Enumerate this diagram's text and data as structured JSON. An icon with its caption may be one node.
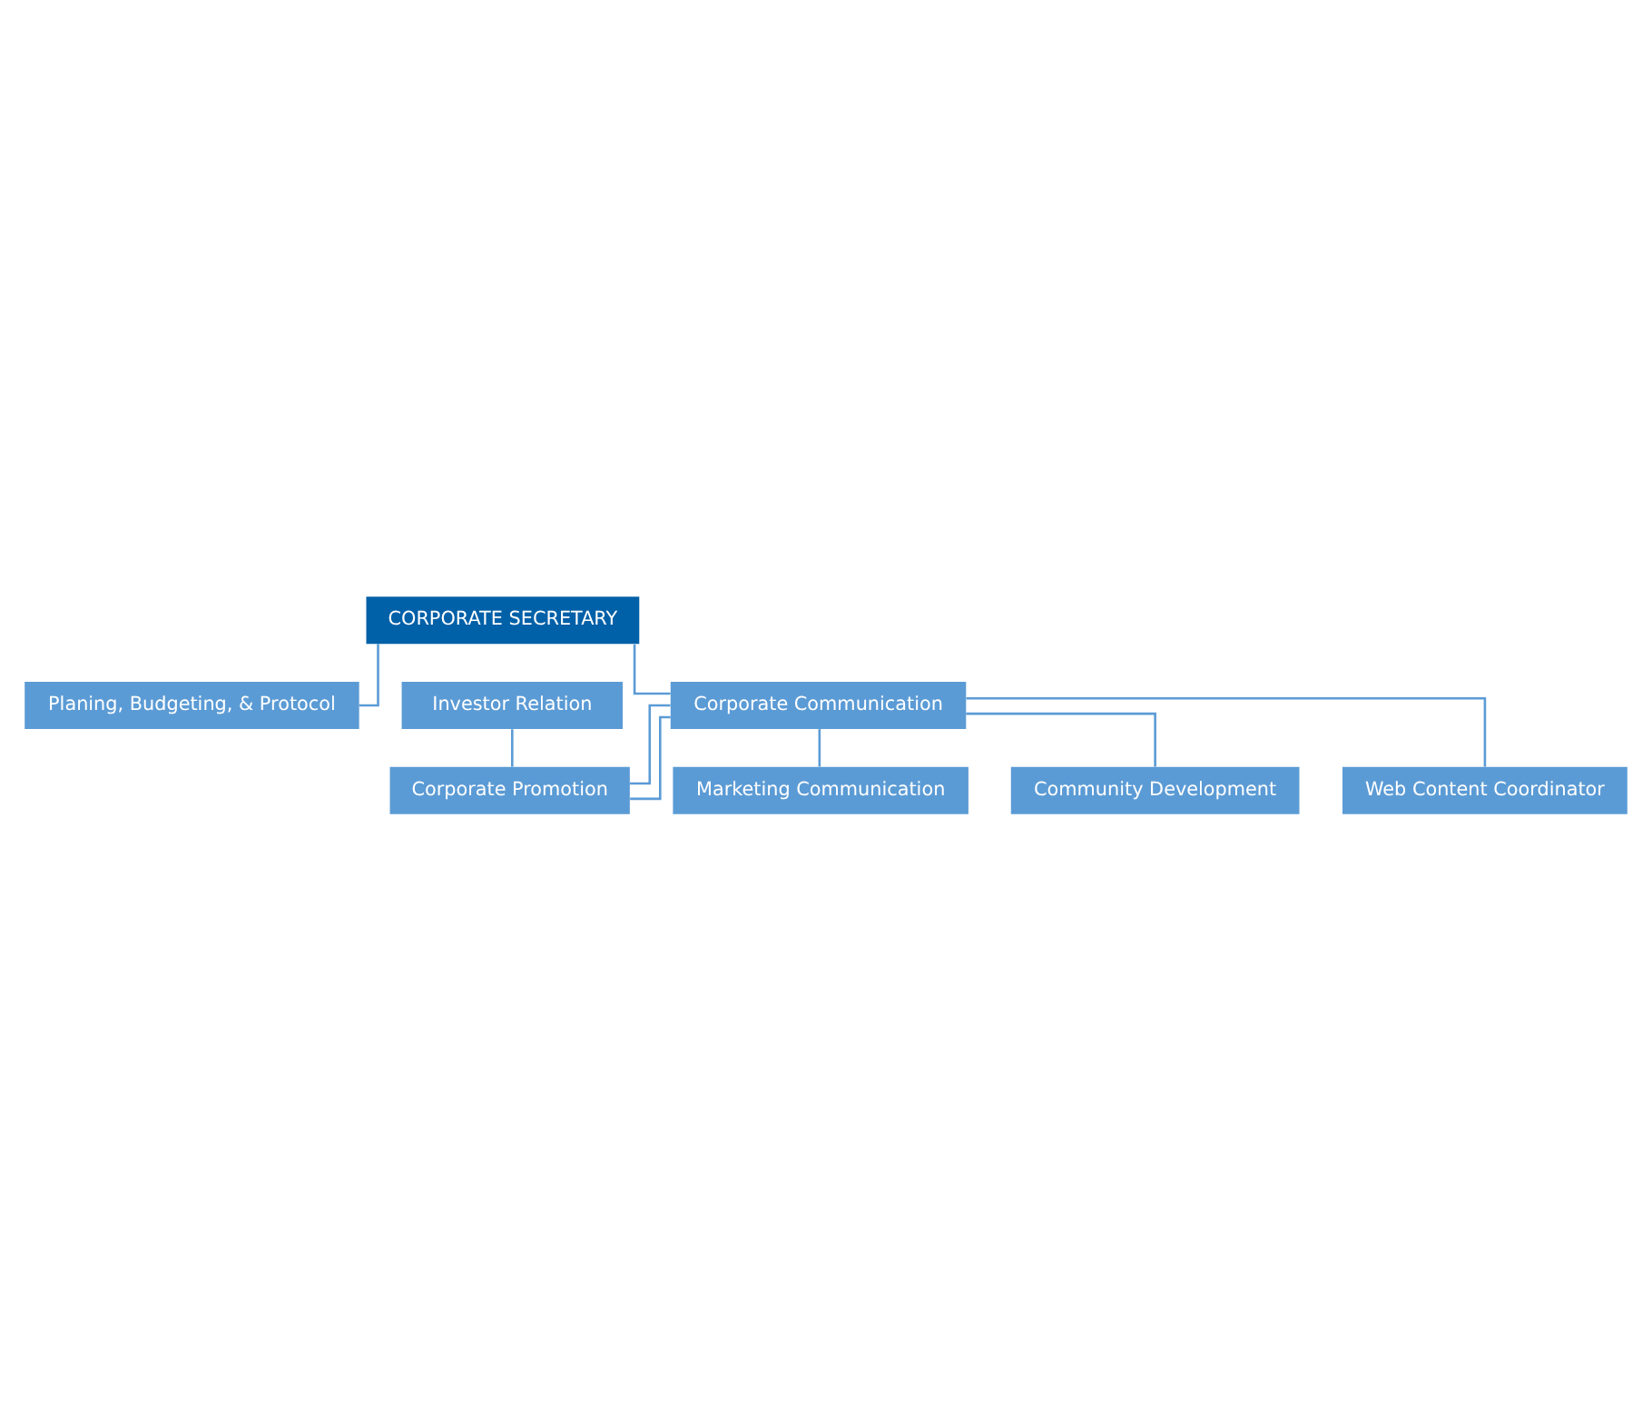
{
  "diagram": {
    "nodes": [
      {
        "text": [
          "CORPORATE SECRETARY"
        ]
      },
      {
        "text": [
          "Planing, Budgeting, & Protocol"
        ]
      },
      {
        "text": [
          "Corporate Communication"
        ]
      },
      {
        "text": [
          "Investor Relation"
        ]
      },
      {
        "text": [
          "Corporate Promotion"
        ]
      },
      {
        "text": [
          "Marketing Communication"
        ]
      },
      {
        "text": [
          "Community Development"
        ]
      },
      {
        "text": [
          "Web Content Coordinator"
        ]
      }
    ],
    "edges": [
      {
        "from": 0,
        "to": 1,
        "arrow": "none"
      },
      {
        "from": 0,
        "to": 2,
        "arrow": "none"
      },
      {
        "from": 2,
        "to": 4,
        "arrow": "none"
      },
      {
        "from": 2,
        "to": 4,
        "arrow": "none"
      },
      {
        "from": 2,
        "to": 5,
        "arrow": "none"
      },
      {
        "from": 2,
        "to": 6,
        "arrow": "none"
      },
      {
        "from": 2,
        "to": 7,
        "arrow": "none"
      },
      {
        "from": 4,
        "to": 3,
        "arrow": "none"
      }
    ]
  }
}
